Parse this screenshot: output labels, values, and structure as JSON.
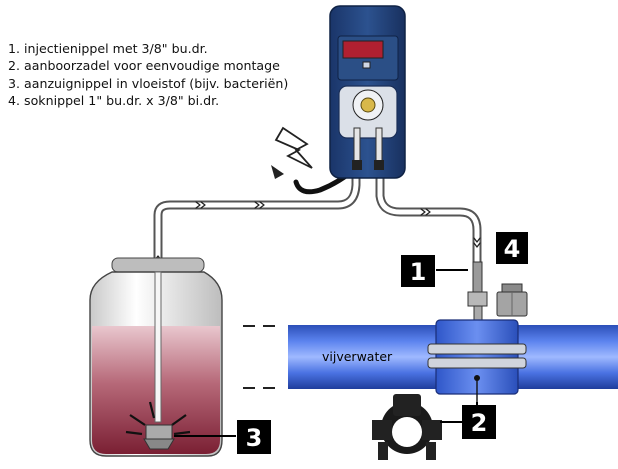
{
  "legend": [
    {
      "number": "1",
      "text": "injectienippel met 3/8\" bu.dr."
    },
    {
      "number": "2",
      "text": "aanboorzadel voor eenvoudige montage"
    },
    {
      "number": "3",
      "text": "aanzuignippel in vloeistof (bijv. bacteriën)"
    },
    {
      "number": "4",
      "text": "soknippel 1\" bu.dr. x 3/8\" bi.dr."
    }
  ],
  "labels": {
    "pipe": "vijverwater",
    "marker_1": "1",
    "marker_2": "2",
    "marker_3": "3",
    "marker_4": "4"
  },
  "colors": {
    "pump_body": "#1f3f7a",
    "pipe_water": "#3a62d8",
    "liquid": "#9b3c4e",
    "marker_bg": "#000000",
    "display": "#b02030"
  },
  "icons": {
    "power": "lightning-bolt-icon",
    "pump": "peristaltic-pump-icon",
    "container": "chemical-container-icon",
    "saddle": "tapping-saddle-icon",
    "socket": "socket-nipple-icon"
  }
}
